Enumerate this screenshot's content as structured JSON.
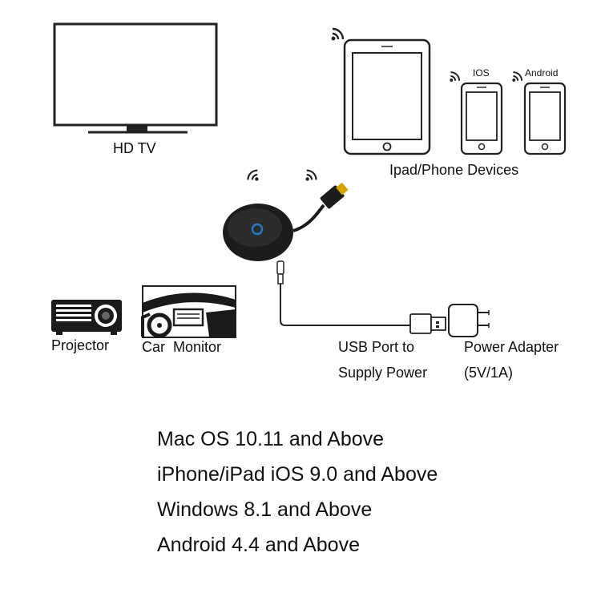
{
  "devices": {
    "tv_label": "HD TV",
    "ios_label": "IOS",
    "android_label": "Android",
    "ipad_phone_label": "Ipad/Phone Devices",
    "projector_label": "Projector",
    "car_monitor_label": "Car  Monitor",
    "usb_label_line1": "USB Port to",
    "usb_label_line2": "Supply Power",
    "power_label_line1": "Power Adapter",
    "power_label_line2": "(5V/1A)"
  },
  "compatibility": [
    "Mac OS 10.11 and Above",
    "iPhone/iPad iOS 9.0 and Above",
    "Windows 8.1 and Above",
    "Android 4.4 and Above"
  ],
  "colors": {
    "outline": "#222222",
    "dongle_body": "#1c1c1c",
    "dongle_light": "#2a78c8",
    "hdmi_tip": "#d8a200"
  },
  "icons": [
    "wifi-icon",
    "tv-icon",
    "tablet-icon",
    "phone-icon",
    "projector-icon",
    "car-dashboard-icon",
    "hdmi-dongle-icon",
    "usb-plug-icon",
    "power-adapter-icon"
  ]
}
